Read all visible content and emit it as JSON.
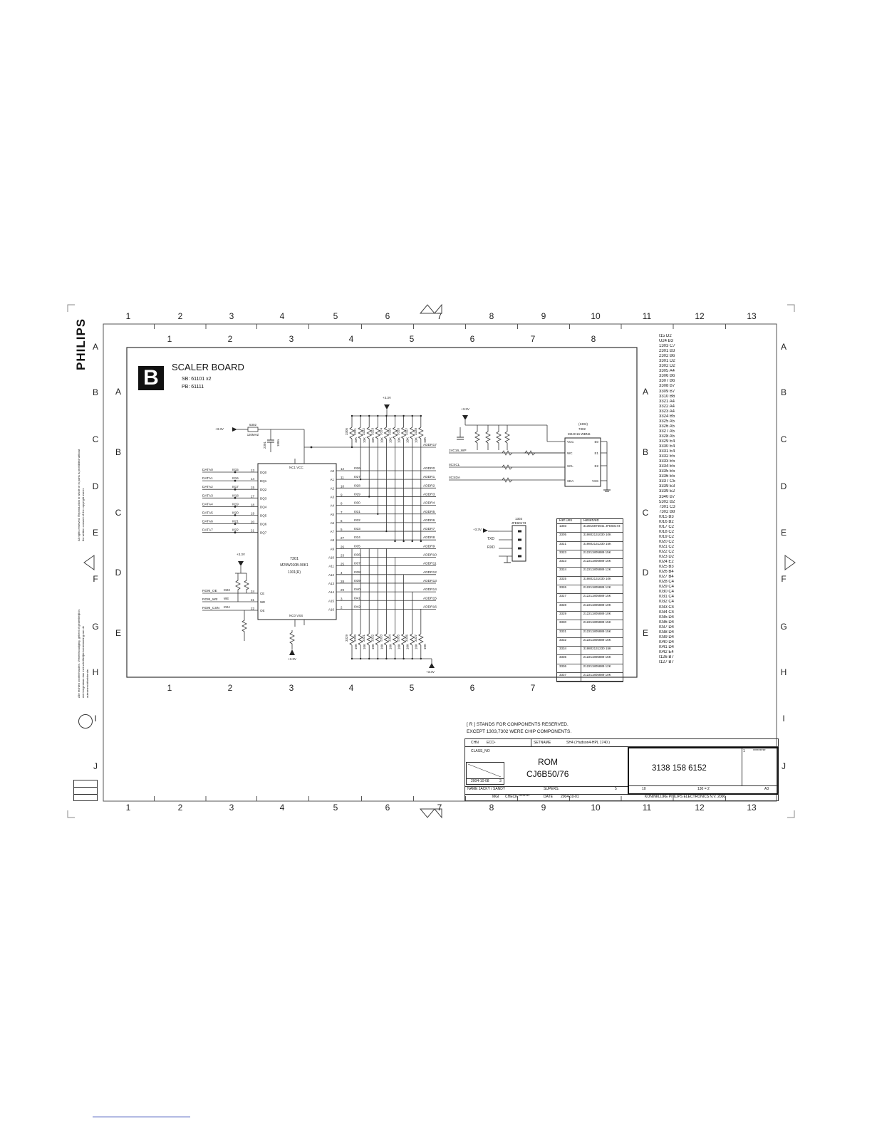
{
  "sheet": {
    "columns_outer": [
      "1",
      "2",
      "3",
      "4",
      "5",
      "6",
      "7",
      "8",
      "9",
      "10",
      "11",
      "12",
      "13"
    ],
    "rows_outer": [
      "A",
      "B",
      "C",
      "D",
      "E",
      "F",
      "G",
      "H",
      "I",
      "J"
    ],
    "columns_inner": [
      "1",
      "2",
      "3",
      "4",
      "5",
      "6",
      "7",
      "8"
    ],
    "rows_inner": [
      "A",
      "B",
      "C",
      "D",
      "E"
    ],
    "brand": "PHILIPS",
    "copyright_note": "All rights reserved. Reproduction in whole or in parts is prohibited without the written consent of the copyright owner.",
    "copyright_note_nl": "Alle rechten voorbehouden. Verveelvoudiging, geheel of gedeeltelijk is niet toegestaan dan met schriftelijke toestemming van de auteursrechthebbende."
  },
  "board": {
    "badge": "B",
    "title": "SCALER BOARD",
    "sb": "SB: 61101 x2",
    "pb": "PB: 61111"
  },
  "schematic": {
    "supply": "+3.3V",
    "rom": {
      "ref": "7301",
      "part": "M29W010B-90K1",
      "alt": "1301(R)",
      "top_pins": "NC1  VCC",
      "bottom_pins": "NC0  VSS",
      "left_pins": [
        "DQ0",
        "DQ1",
        "DQ2",
        "DQ3",
        "DQ4",
        "DQ5",
        "DQ6",
        "DQ7"
      ],
      "left_pin_nums": [
        "13",
        "14",
        "15",
        "17",
        "18",
        "19",
        "20",
        "21"
      ],
      "ctrl_pins": [
        "CE",
        "WE",
        "OE"
      ],
      "ctrl_pin_nums": [
        "24",
        "31",
        "22"
      ],
      "right_pins": [
        "A0",
        "A1",
        "A2",
        "A3",
        "A4",
        "A5",
        "A6",
        "A7",
        "A8",
        "A9",
        "A10",
        "A11",
        "A12",
        "A13",
        "A14",
        "A15",
        "A16"
      ],
      "right_pin_nums": [
        "12",
        "11",
        "10",
        "9",
        "8",
        "7",
        "6",
        "5",
        "27",
        "26",
        "23",
        "25",
        "4",
        "28",
        "29",
        "3",
        "2"
      ]
    },
    "data_nets": [
      "DATA0",
      "DATA1",
      "DATA2",
      "DATA3",
      "DATA4",
      "DATA5",
      "DATA6",
      "DATA7"
    ],
    "data_ids": [
      "I015",
      "I016",
      "I017",
      "I018",
      "I019",
      "I020",
      "I021",
      "I022"
    ],
    "ctrl_nets": [
      "ROM_OE",
      "ROM_WE",
      "ROM_CSN"
    ],
    "ctrl_ids": [
      "I023",
      "WE",
      "I024"
    ],
    "addr_nets": [
      "ADDR0",
      "ADDR1",
      "ADDR2",
      "ADDR3",
      "ADDR4",
      "ADDR5",
      "ADDR6",
      "ADDR7",
      "ADDR8",
      "ADDR9",
      "ADDR10",
      "ADDR11",
      "ADDR12",
      "ADDR13",
      "ADDR14",
      "ADDR15",
      "ADDR16"
    ],
    "addr_ids": [
      "I026",
      "I027",
      "I028",
      "I029",
      "I030",
      "I031",
      "I032",
      "I033",
      "I034",
      "I035",
      "I036",
      "I037",
      "I038",
      "I039",
      "I040",
      "I041",
      "I042"
    ],
    "addr17": "ADDR17",
    "res_top": [
      "3305",
      "3321",
      "3322",
      "3323",
      "3324",
      "3325",
      "3326",
      "3327",
      "3328"
    ],
    "res_bot": [
      "3329",
      "3330",
      "3331",
      "3332",
      "3333",
      "3334",
      "3335",
      "3336",
      "3337"
    ],
    "res_val": "10K",
    "bead": "5302",
    "bead_val": "120MHZ",
    "cap": "2301",
    "cap_val": "100n",
    "eeprom": {
      "ref": "7302",
      "alt": "(1302)",
      "part": "M24C16-WBN6",
      "left_pins": [
        "VCC",
        "WC",
        "SCL",
        "SDA"
      ],
      "right_pins": [
        "E0",
        "E1",
        "E2",
        "VSS"
      ],
      "nets": [
        "24C16_WP",
        "IICSCL",
        "IICSDA"
      ]
    },
    "connector": {
      "ref": "1303",
      "part": "JFE60173",
      "nets": [
        "TXD",
        "RXD"
      ]
    },
    "ref_table": {
      "headers": [
        "Ref Des",
        "Reserved"
      ],
      "rows": [
        [
          "1303",
          "313916876941 JFE60173"
        ],
        [
          "3305",
          "319802131030 10K"
        ],
        [
          "3321",
          "319802131230 15K"
        ],
        [
          "3323",
          "212211805889 15K"
        ],
        [
          "3323",
          "212211805889 15K"
        ],
        [
          "3324",
          "212211805889 12K"
        ],
        [
          "3325",
          "319802131030 10K"
        ],
        [
          "3326",
          "212211805889 12K"
        ],
        [
          "3327",
          "212211805889 15K"
        ],
        [
          "3328",
          "212211805889 10K"
        ],
        [
          "3329",
          "212211805889 10K"
        ],
        [
          "3330",
          "212211805889 15K"
        ],
        [
          "3331",
          "212211805889 15K"
        ],
        [
          "3332",
          "212211805889 15K"
        ],
        [
          "3334",
          "319802131230 15K"
        ],
        [
          "3335",
          "212211805889 15K"
        ],
        [
          "3336",
          "212211805889 12K"
        ],
        [
          "3337",
          "212211805889 10K"
        ]
      ]
    }
  },
  "location_index": [
    "I15 D2",
    "U24 B3",
    "1303 C7",
    "2301 B3",
    "2302 B6",
    "3301 D2",
    "3302 D2",
    "3305 A4",
    "3306 B6",
    "3307 B6",
    "3308 B7",
    "3309 B7",
    "3310 B6",
    "3321 A4",
    "3322 A4",
    "3323 A4",
    "3324 B5",
    "3325 A5",
    "3326 A5",
    "3327 A5",
    "3328 A5",
    "3329 E4",
    "3330 E4",
    "3331 E4",
    "3332 E5",
    "3333 E5",
    "3334 E5",
    "3335 E5",
    "3336 E5",
    "3337 C5",
    "3339 E3",
    "3339 E2",
    "3340 B7",
    "5302 B2",
    "7301 C3",
    "7302 B8",
    "I015 B3",
    "I016 B2",
    "I017 C2",
    "I018 C2",
    "I019 C2",
    "I020 C2",
    "I021 C2",
    "I022 C2",
    "I023 D2",
    "I024 E2",
    "I025 B3",
    "I026 B4",
    "I027 B4",
    "I028 C4",
    "I029 C4",
    "I030 C4",
    "I031 C4",
    "I032 C4",
    "I033 C4",
    "I034 C4",
    "I035 D4",
    "I036 D4",
    "I037 D4",
    "I038 D4",
    "I039 D4",
    "I040 D4",
    "I041 D4",
    "I042 E4",
    "I126 B7",
    "I127 B7"
  ],
  "notes": {
    "line1": "[ R ]  STANDS  FOR COMPONENTS  RESERVED.",
    "line2": "EXCEPT 1303,7302 WERE CHIP COMPONENTS."
  },
  "title_block": {
    "chn_label": "CHN",
    "eco_label": "ECO-",
    "setname_label": "SETNAME",
    "setname": "SH4 ( Hudson4-HPL 1740 )",
    "class_label": "CLASS_NO",
    "title1": "ROM",
    "title2": "CJ6B50/76",
    "doc_number": "3138 158 6152",
    "sheet_index": "1",
    "stars": "*********",
    "date_left": "2004-10-08",
    "rev": "3",
    "name": "NAME  JACKY / SANDY",
    "supers": "SUPERS.",
    "mgr": "MGI",
    "check": "CHECK  ********",
    "date_label": "DATE",
    "date": "2004-10-01",
    "five": "5",
    "ten": "10",
    "count": "130 = 2",
    "size": "A3",
    "company": "KONINKLIJKE PHILIPS ELECTRONICS N.V. 2000"
  }
}
